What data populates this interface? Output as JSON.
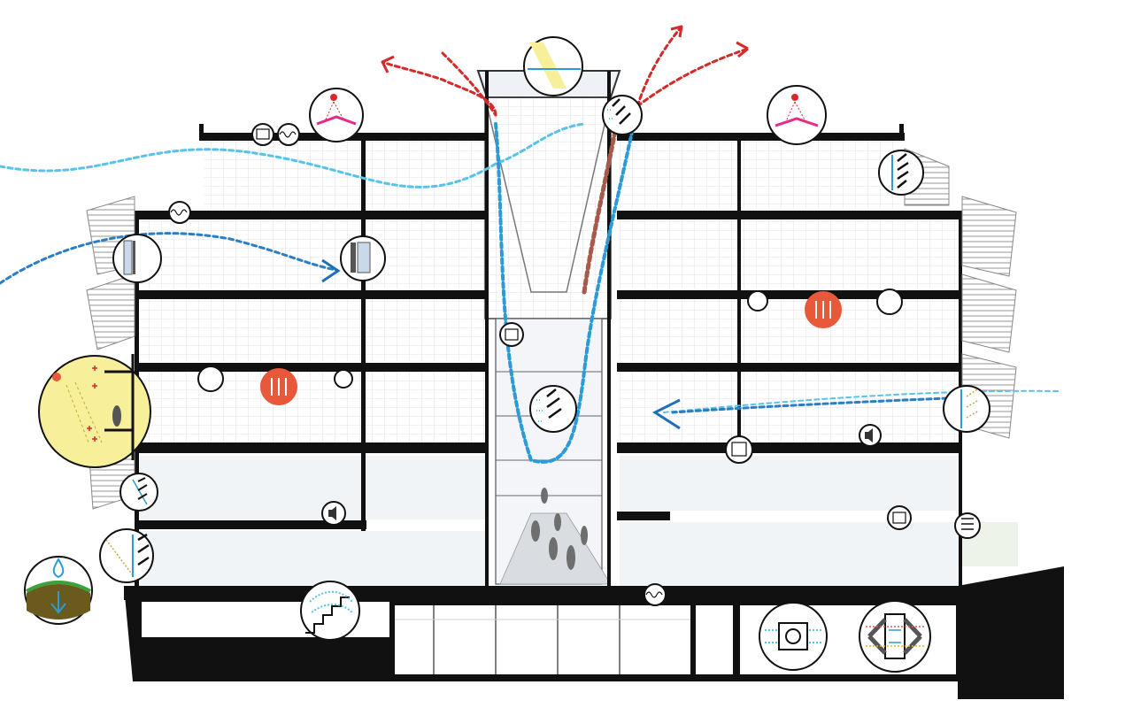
{
  "diagram": {
    "colors": {
      "structure": "#111111",
      "glass": "#c9d9ea",
      "floor_tint": "#eef1f4",
      "warm_air": "#d42a2a",
      "exhaust_air": "#a85a4a",
      "cool_air": "#2a9bd6",
      "pale_air": "#58c2ea",
      "sun": "#f7ef9a",
      "heating": "#e8583a",
      "radiant": "#e62a8a",
      "soil": "#6b5a1e",
      "grass": "#3aa23a",
      "water": "#2a9bd6"
    },
    "icons": [
      {
        "id": "skylight",
        "name": "skylight-sun-icon"
      },
      {
        "id": "solar-roof-left",
        "name": "radiant-roof-icon"
      },
      {
        "id": "solar-roof-right",
        "name": "radiant-roof-icon"
      },
      {
        "id": "roof-louver",
        "name": "louvered-vent-icon"
      },
      {
        "id": "roof-insulation-a",
        "name": "hvac-unit-icon"
      },
      {
        "id": "roof-insulation-b",
        "name": "insulation-icon"
      },
      {
        "id": "facade-vent-right",
        "name": "shading-fins-icon"
      },
      {
        "id": "window-left",
        "name": "operable-window-icon"
      },
      {
        "id": "window-mid",
        "name": "operable-window-icon"
      },
      {
        "id": "heating-right",
        "name": "radiant-heating-icon"
      },
      {
        "id": "heating-left",
        "name": "radiant-heating-icon"
      },
      {
        "id": "solar-gain",
        "name": "solar-gain-icon"
      },
      {
        "id": "atrium-vent",
        "name": "atrium-vent-icon"
      },
      {
        "id": "atrium-hvac",
        "name": "hvac-unit-icon"
      },
      {
        "id": "acoustic-a",
        "name": "acoustic-icon"
      },
      {
        "id": "acoustic-b",
        "name": "acoustic-icon"
      },
      {
        "id": "louver-right",
        "name": "facade-louver-icon"
      },
      {
        "id": "louver-left-a",
        "name": "facade-louver-icon"
      },
      {
        "id": "louver-left-b",
        "name": "facade-louver-icon"
      },
      {
        "id": "rainwater",
        "name": "rainwater-infiltration-icon"
      },
      {
        "id": "displacement",
        "name": "displacement-ventilation-icon"
      },
      {
        "id": "heat-recovery",
        "name": "heat-recovery-icon"
      },
      {
        "id": "heat-exchanger",
        "name": "heat-exchanger-icon"
      }
    ]
  }
}
